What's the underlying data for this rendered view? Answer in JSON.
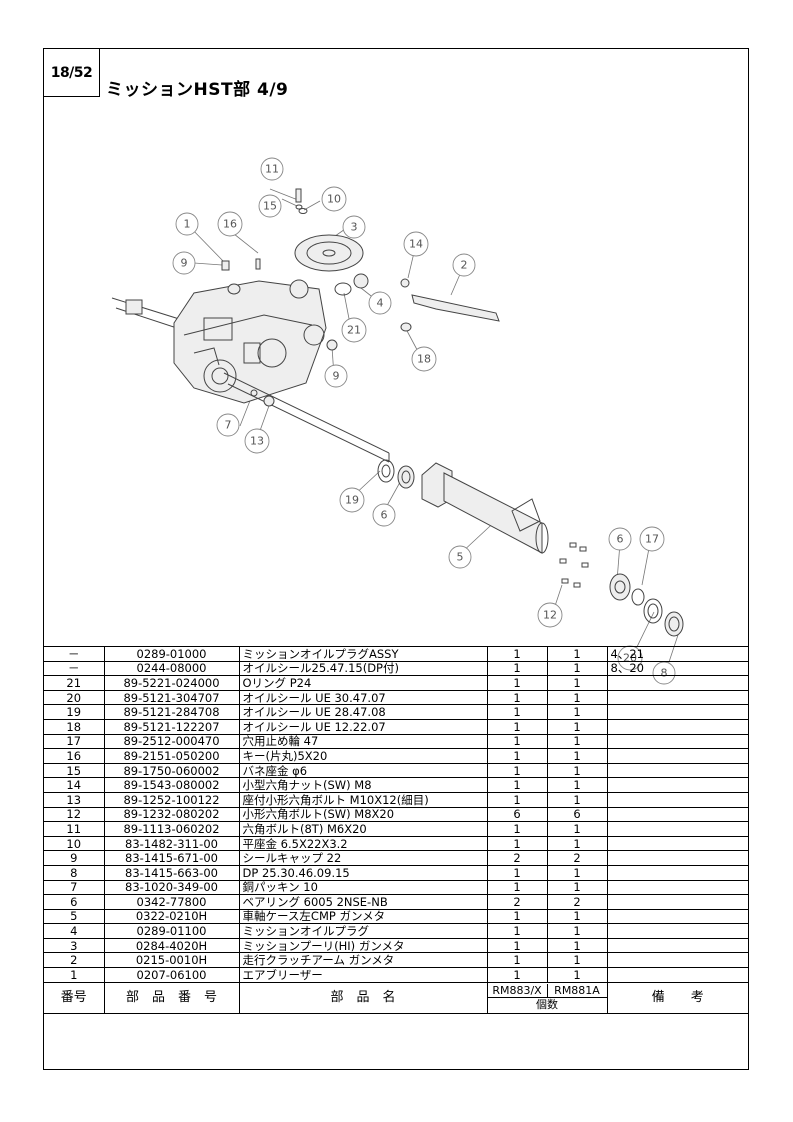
{
  "page": {
    "number": "18/52",
    "title": "ミッションHST部 4/9"
  },
  "callouts": [
    "11",
    "15",
    "10",
    "1",
    "16",
    "3",
    "9",
    "14",
    "2",
    "4",
    "21",
    "18",
    "9",
    "7",
    "13",
    "19",
    "6",
    "5",
    "6",
    "17",
    "12",
    "20",
    "8"
  ],
  "parts": [
    {
      "no": "－",
      "code": "0289-01000",
      "name": "ミッションオイルプラグASSY",
      "q1": "1",
      "q2": "1",
      "note": "4、21"
    },
    {
      "no": "－",
      "code": "0244-08000",
      "name": "オイルシール25.47.15(DP付)",
      "q1": "1",
      "q2": "1",
      "note": "8、20"
    },
    {
      "no": "21",
      "code": "89-5221-024000",
      "name": "Oリング P24",
      "q1": "1",
      "q2": "1",
      "note": ""
    },
    {
      "no": "20",
      "code": "89-5121-304707",
      "name": "オイルシール UE 30.47.07",
      "q1": "1",
      "q2": "1",
      "note": ""
    },
    {
      "no": "19",
      "code": "89-5121-284708",
      "name": "オイルシール UE 28.47.08",
      "q1": "1",
      "q2": "1",
      "note": ""
    },
    {
      "no": "18",
      "code": "89-5121-122207",
      "name": "オイルシール UE 12.22.07",
      "q1": "1",
      "q2": "1",
      "note": ""
    },
    {
      "no": "17",
      "code": "89-2512-000470",
      "name": "穴用止め輪 47",
      "q1": "1",
      "q2": "1",
      "note": ""
    },
    {
      "no": "16",
      "code": "89-2151-050200",
      "name": "キー(片丸)5X20",
      "q1": "1",
      "q2": "1",
      "note": ""
    },
    {
      "no": "15",
      "code": "89-1750-060002",
      "name": "バネ座金 φ6",
      "q1": "1",
      "q2": "1",
      "note": ""
    },
    {
      "no": "14",
      "code": "89-1543-080002",
      "name": "小型六角ナット(SW) M8",
      "q1": "1",
      "q2": "1",
      "note": ""
    },
    {
      "no": "13",
      "code": "89-1252-100122",
      "name": "座付小形六角ボルト M10X12(細目)",
      "q1": "1",
      "q2": "1",
      "note": ""
    },
    {
      "no": "12",
      "code": "89-1232-080202",
      "name": "小形六角ボルト(SW) M8X20",
      "q1": "6",
      "q2": "6",
      "note": ""
    },
    {
      "no": "11",
      "code": "89-1113-060202",
      "name": "六角ボルト(8T) M6X20",
      "q1": "1",
      "q2": "1",
      "note": ""
    },
    {
      "no": "10",
      "code": "83-1482-311-00",
      "name": "平座金 6.5X22X3.2",
      "q1": "1",
      "q2": "1",
      "note": ""
    },
    {
      "no": "9",
      "code": "83-1415-671-00",
      "name": "シールキャップ 22",
      "q1": "2",
      "q2": "2",
      "note": ""
    },
    {
      "no": "8",
      "code": "83-1415-663-00",
      "name": "DP 25.30.46.09.15",
      "q1": "1",
      "q2": "1",
      "note": ""
    },
    {
      "no": "7",
      "code": "83-1020-349-00",
      "name": "銅パッキン 10",
      "q1": "1",
      "q2": "1",
      "note": ""
    },
    {
      "no": "6",
      "code": "0342-77800",
      "name": "ベアリング 6005 2NSE-NB",
      "q1": "2",
      "q2": "2",
      "note": ""
    },
    {
      "no": "5",
      "code": "0322-0210H",
      "name": "車軸ケース左CMP ガンメタ",
      "q1": "1",
      "q2": "1",
      "note": ""
    },
    {
      "no": "4",
      "code": "0289-01100",
      "name": "ミッションオイルプラグ",
      "q1": "1",
      "q2": "1",
      "note": ""
    },
    {
      "no": "3",
      "code": "0284-4020H",
      "name": "ミッションプーリ(HI) ガンメタ",
      "q1": "1",
      "q2": "1",
      "note": ""
    },
    {
      "no": "2",
      "code": "0215-0010H",
      "name": "走行クラッチアーム ガンメタ",
      "q1": "1",
      "q2": "1",
      "note": ""
    },
    {
      "no": "1",
      "code": "0207-06100",
      "name": "エアブリーザー",
      "q1": "1",
      "q2": "1",
      "note": ""
    }
  ],
  "header": {
    "no": "番号",
    "code": "部　品　番　号",
    "name": "部　品　名",
    "model1": "RM883/X",
    "model2": "RM881A",
    "qty": "個数",
    "note": "備　　考"
  }
}
